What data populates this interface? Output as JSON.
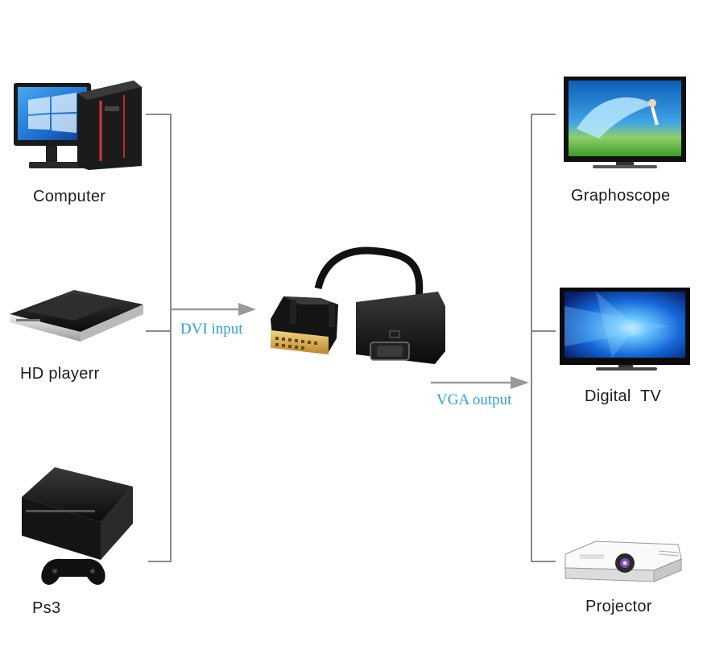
{
  "sources": [
    {
      "label": "Computer",
      "icon": "computer-tower-icon"
    },
    {
      "label": "HD playerr",
      "icon": "hd-player-icon"
    },
    {
      "label": "Ps3",
      "icon": "ps3-console-icon"
    }
  ],
  "outputs": [
    {
      "label": "Graphoscope",
      "icon": "graphoscope-tv-icon"
    },
    {
      "label": "Digital  TV",
      "icon": "digital-tv-icon"
    },
    {
      "label": "Projector",
      "icon": "projector-icon"
    }
  ],
  "adapter": {
    "input_label": "DVI input",
    "output_label": "VGA output",
    "icon": "dvi-to-vga-adapter-icon"
  },
  "colors": {
    "line": "#8a8a8a",
    "flow_text": "#2f9fe0",
    "label_text": "#1c1c1c"
  }
}
